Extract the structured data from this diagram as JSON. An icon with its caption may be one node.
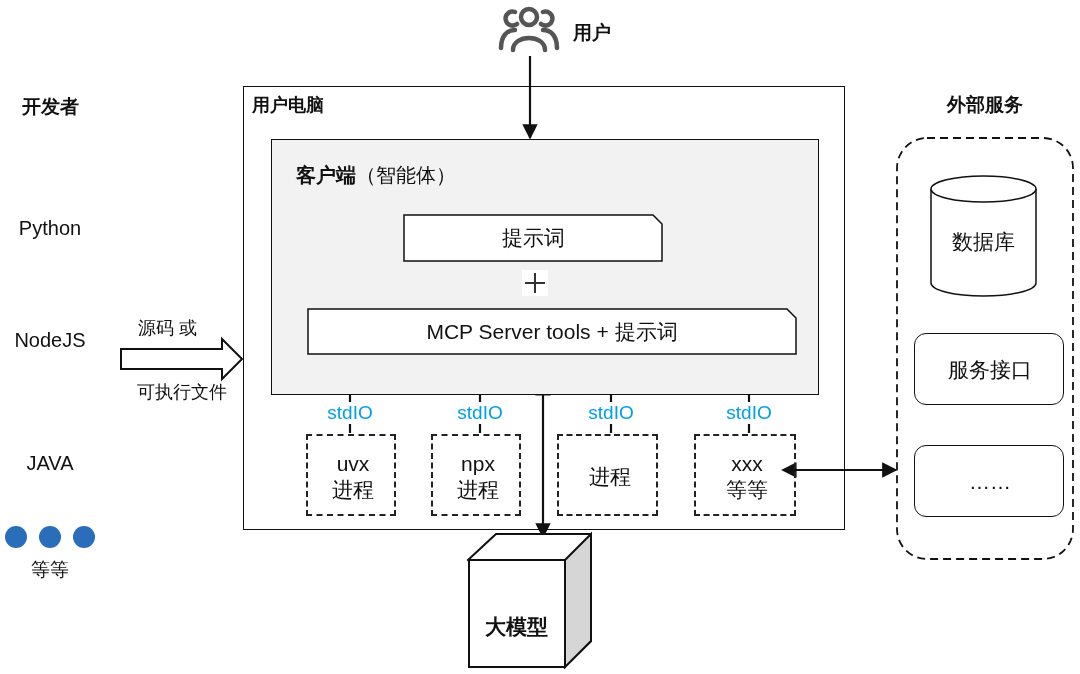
{
  "diagram": {
    "nodes": [
      {
        "text": [
          "用户"
        ]
      },
      {
        "text": [
          "用户电脑"
        ]
      },
      {
        "text": [
          "**客户端**（智能体）"
        ],
        "in": 1
      },
      {
        "text": [
          "提示词"
        ],
        "in": 2
      },
      {
        "text": [
          "MCP Server tools + 提示词"
        ],
        "in": 2
      },
      {
        "text": [
          "uvx 进程"
        ],
        "in": 1
      },
      {
        "text": [
          "npx 进程"
        ],
        "in": 1
      },
      {
        "text": [
          "进程"
        ],
        "in": 1
      },
      {
        "text": [
          "xxx 等等"
        ],
        "in": 1
      },
      {
        "text": [
          "大模型"
        ]
      },
      {
        "text": [
          "外部服务"
        ]
      },
      {
        "text": [
          "数据库"
        ],
        "in": 10
      },
      {
        "text": [
          "服务接口"
        ],
        "in": 10
      },
      {
        "text": [
          "……"
        ],
        "in": 10
      }
    ],
    "edges": [
      {
        "from": 0,
        "to": 2,
        "arrow": "to"
      },
      {
        "from": 2,
        "to": 5,
        "label": "stdIO",
        "arrow": "none"
      },
      {
        "from": 2,
        "to": 6,
        "label": "stdIO",
        "arrow": "none"
      },
      {
        "from": 2,
        "to": 7,
        "label": "stdIO",
        "arrow": "none"
      },
      {
        "from": 2,
        "to": 8,
        "label": "stdIO",
        "arrow": "none"
      },
      {
        "from": 2,
        "to": 9,
        "arrow": "both"
      },
      {
        "from": 8,
        "to": 10,
        "arrow": "both"
      },
      {
        "from": null,
        "to": 1,
        "arrow": "to",
        "style": "thick"
      }
    ],
    "labels": [
      "开发者",
      "Python",
      "NodeJS",
      "JAVA",
      "源码 或",
      "可执行文件",
      "等等"
    ]
  }
}
